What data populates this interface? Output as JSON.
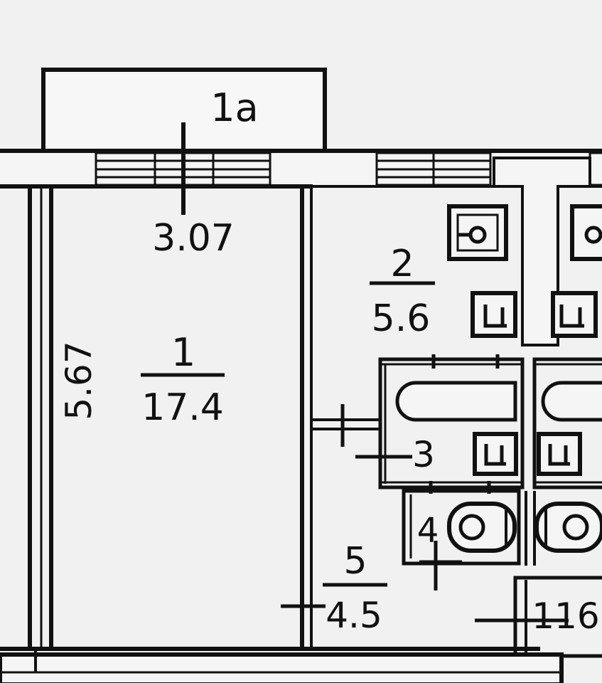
{
  "floor_plan": {
    "rooms": [
      {
        "id": "1a",
        "number": "1а"
      },
      {
        "id": "1",
        "number": "1",
        "area": "17.4"
      },
      {
        "id": "2",
        "number": "2",
        "area": "5.6"
      },
      {
        "id": "3",
        "number": "3"
      },
      {
        "id": "4",
        "number": "4"
      },
      {
        "id": "5",
        "number": "5",
        "area": "4.5"
      }
    ],
    "dimensions": {
      "width": "3.07",
      "length": "5.67",
      "partial": "116"
    }
  }
}
